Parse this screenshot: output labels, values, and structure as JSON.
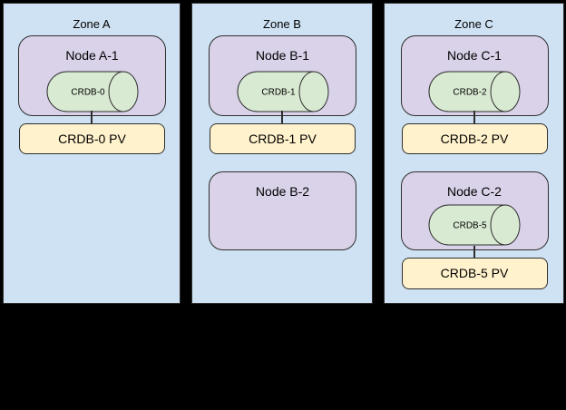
{
  "colors": {
    "canvas_bg": "#000000",
    "zone_fill": "#cfe2f3",
    "node_fill": "#d9d2e9",
    "db_fill": "#d9ead3",
    "pv_fill": "#fff2cc",
    "border": "#2e2e2e",
    "text": "#000000"
  },
  "zones": [
    {
      "label": "Zone A",
      "nodes": [
        {
          "label": "Node A-1",
          "db_label": "CRDB-0",
          "pv_label": "CRDB-0 PV"
        }
      ]
    },
    {
      "label": "Zone B",
      "nodes": [
        {
          "label": "Node B-1",
          "db_label": "CRDB-1",
          "pv_label": "CRDB-1 PV"
        },
        {
          "label": "Node B-2"
        }
      ]
    },
    {
      "label": "Zone C",
      "nodes": [
        {
          "label": "Node C-1",
          "db_label": "CRDB-2",
          "pv_label": "CRDB-2 PV"
        },
        {
          "label": "Node C-2",
          "db_label": "CRDB-5",
          "pv_label": "CRDB-5 PV"
        }
      ]
    }
  ]
}
